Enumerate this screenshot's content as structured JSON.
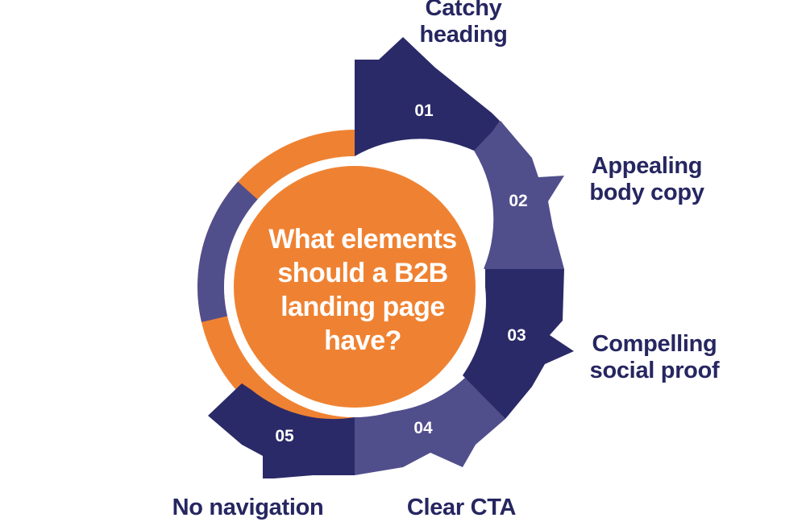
{
  "colors": {
    "orange": "#EF8232",
    "navy": "#2B2A68",
    "slate": "#514E8C",
    "ring_gap": "#ffffff",
    "label_text": "#262661",
    "number_text": "#ffffff"
  },
  "center": {
    "lines": [
      "What elements",
      "should a B2B",
      "landing page",
      "have?"
    ]
  },
  "segments": [
    {
      "number": "01",
      "label_lines": [
        "Catchy",
        "heading"
      ],
      "shade": "navy"
    },
    {
      "number": "02",
      "label_lines": [
        "Appealing",
        "body copy"
      ],
      "shade": "slate"
    },
    {
      "number": "03",
      "label_lines": [
        "Compelling",
        "social proof"
      ],
      "shade": "navy"
    },
    {
      "number": "04",
      "label_lines": [
        "Clear CTA"
      ],
      "shade": "slate"
    },
    {
      "number": "05",
      "label_lines": [
        "No navigation"
      ],
      "shade": "navy"
    }
  ]
}
